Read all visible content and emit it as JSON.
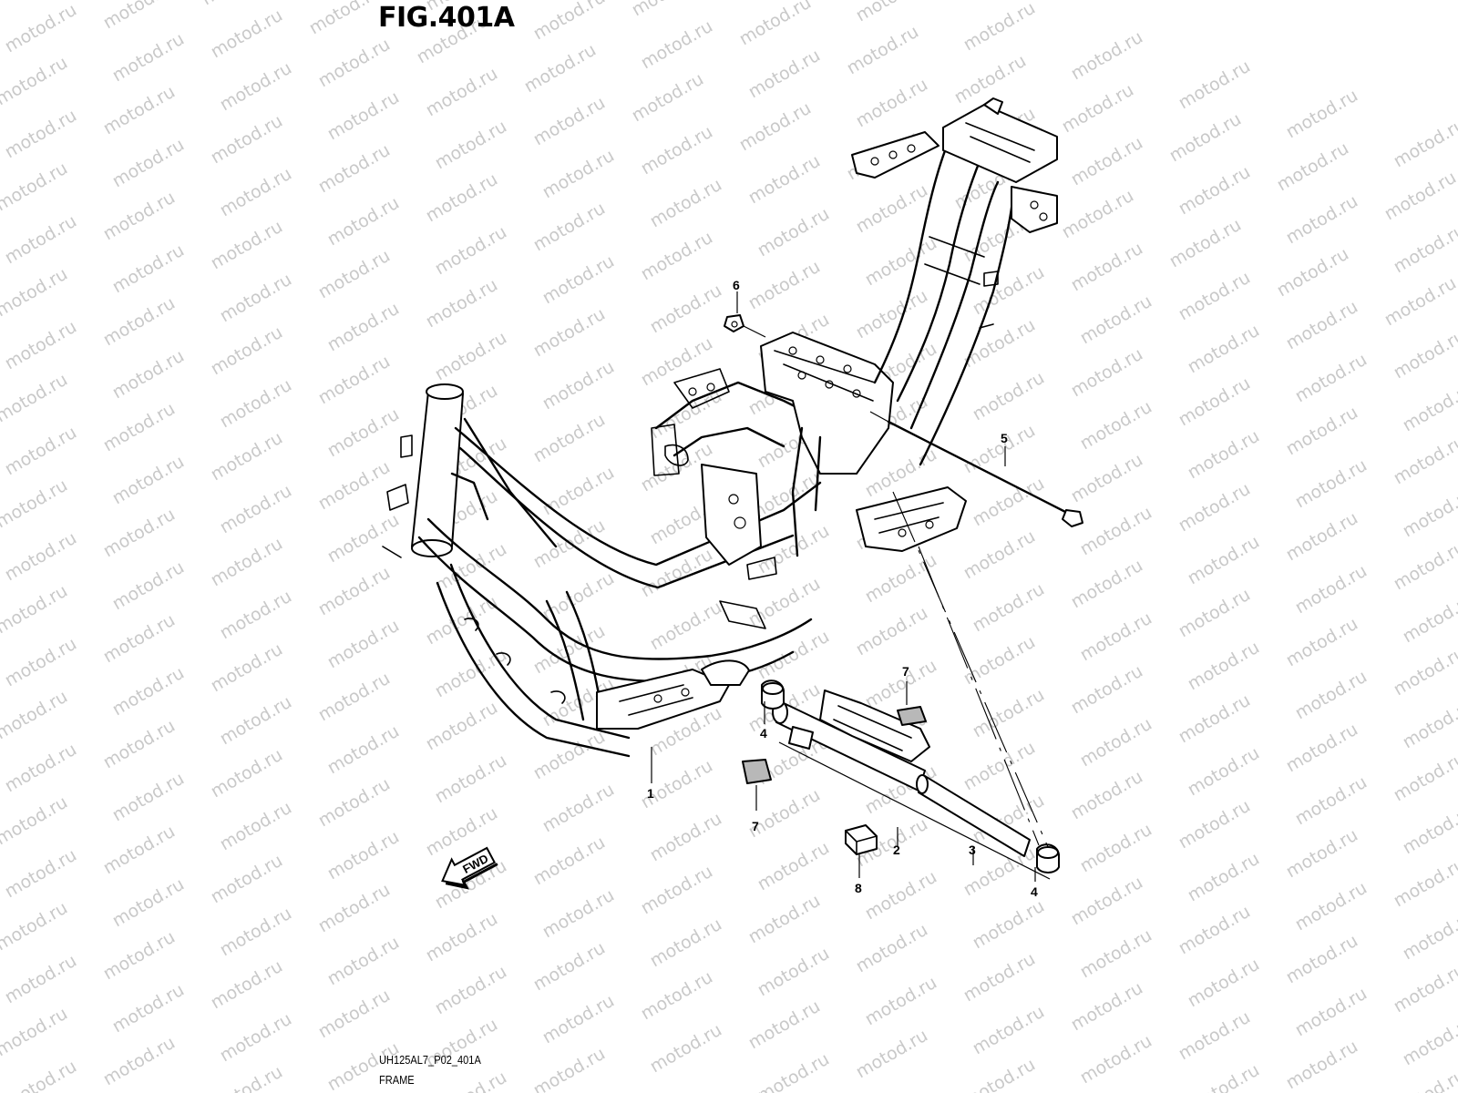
{
  "figure": {
    "title": "FIG.401A",
    "code": "UH125AL7_P02_401A",
    "name": "FRAME"
  },
  "fwd_arrow": {
    "label": "FWD",
    "icon": "fwd-arrow-icon"
  },
  "watermark": "motod.ru",
  "callouts": [
    {
      "id": "c1",
      "label": "1"
    },
    {
      "id": "c2",
      "label": "2"
    },
    {
      "id": "c3",
      "label": "3"
    },
    {
      "id": "c4a",
      "label": "4"
    },
    {
      "id": "c4b",
      "label": "4"
    },
    {
      "id": "c5",
      "label": "5"
    },
    {
      "id": "c6",
      "label": "6"
    },
    {
      "id": "c7a",
      "label": "7"
    },
    {
      "id": "c7b",
      "label": "7"
    },
    {
      "id": "c8",
      "label": "8"
    }
  ]
}
